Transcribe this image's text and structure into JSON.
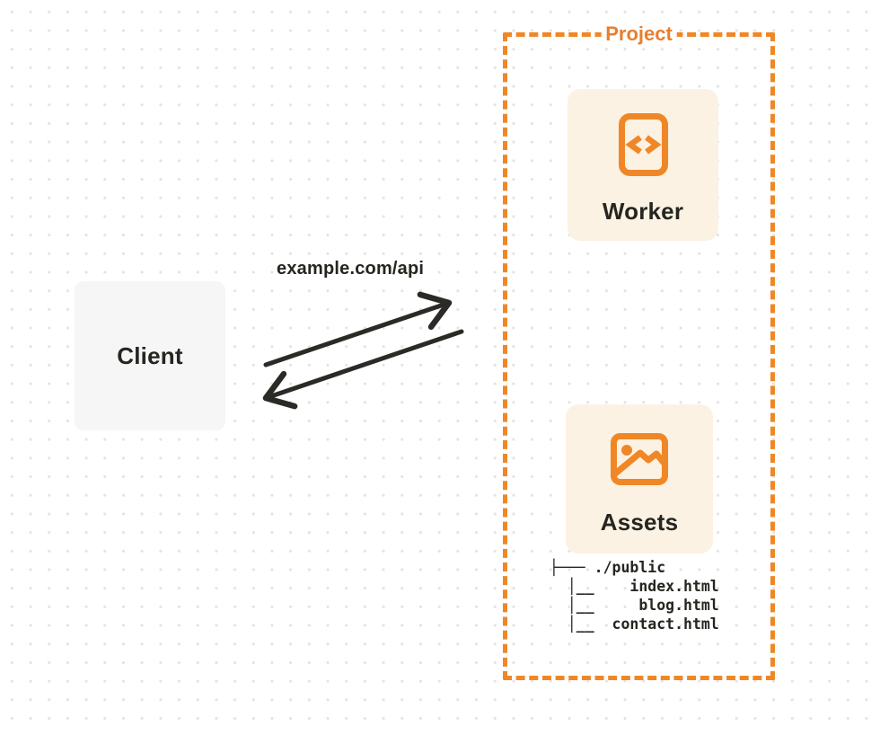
{
  "colors": {
    "accent": "#f08727",
    "accent-text": "#e87e2e",
    "panel-bg": "#fbf2e3",
    "client-bg": "#f6f6f7",
    "ink": "#26251f",
    "arrow": "#2b2a26",
    "dot": "#e3e3e3",
    "bg": "#ffffff"
  },
  "client": {
    "label": "Client"
  },
  "connection": {
    "label": "example.com/api"
  },
  "project": {
    "label": "Project",
    "worker": {
      "label": "Worker",
      "icon": "code-file-icon"
    },
    "assets": {
      "label": "Assets",
      "icon": "image-icon",
      "file_tree": {
        "root": "./public",
        "files": [
          "index.html",
          "blog.html",
          "contact.html"
        ]
      },
      "file_tree_text": "├─── ./public\n  │__    index.html\n  │__     blog.html\n  │__  contact.html"
    }
  }
}
